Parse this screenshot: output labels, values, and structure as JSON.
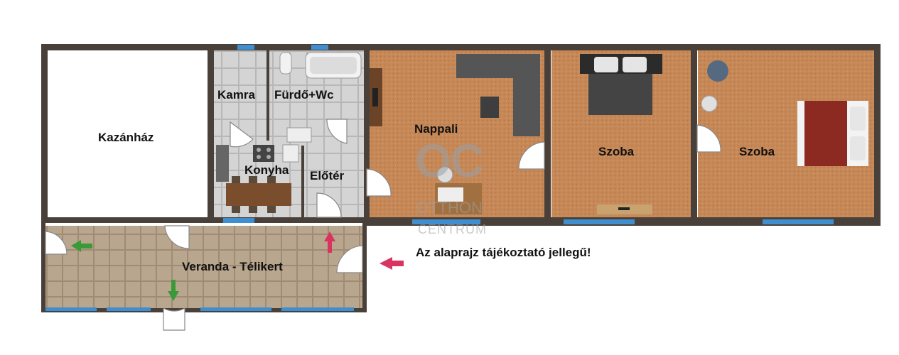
{
  "rooms": {
    "kazanhaz": "Kazánház",
    "kamra": "Kamra",
    "furdo": "Fürdő+Wc",
    "konyha": "Konyha",
    "eloter": "Előtér",
    "nappali": "Nappali",
    "szoba1": "Szoba",
    "szoba2": "Szoba",
    "veranda": "Veranda - Télikert"
  },
  "note": "Az alaprajz tájékoztató jellegű!",
  "watermark": {
    "logo": "OC",
    "line1": "OTTHON",
    "line2": "CENTRUM"
  },
  "colors": {
    "wall": "#4a403a",
    "floor_room": "#c8895a",
    "floor_tile": "#d2d2d2",
    "floor_veranda": "#b8a48c",
    "window": "#3f8fd0",
    "arrow_entry": "#d8345f",
    "arrow_exit": "#3a9a3a"
  }
}
